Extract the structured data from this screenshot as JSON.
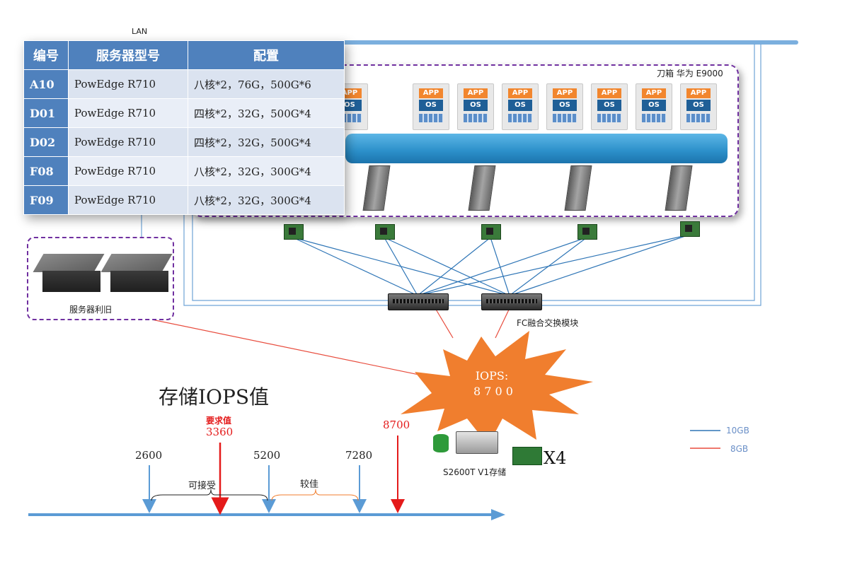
{
  "lan_label": "LAN",
  "table": {
    "headers": [
      "编号",
      "服务器型号",
      "配置"
    ],
    "rows": [
      {
        "id": "A10",
        "model": "PowEdge R710",
        "config": "八核*2，76G，500G*6"
      },
      {
        "id": "D01",
        "model": "PowEdge R710",
        "config": "四核*2，32G，500G*4"
      },
      {
        "id": "D02",
        "model": "PowEdge R710",
        "config": "四核*2，32G，500G*4"
      },
      {
        "id": "F08",
        "model": "PowEdge R710",
        "config": "八核*2，32G，300G*4"
      },
      {
        "id": "F09",
        "model": "PowEdge R710",
        "config": "八核*2，32G，300G*4"
      }
    ]
  },
  "enclosure": {
    "label": "刀箱 华为 E9000",
    "app_label": "APP",
    "os_label": "OS",
    "tile_count": 9
  },
  "legacy_servers_label": "服务器利旧",
  "switch_label": "FC融合交换模块",
  "burst": {
    "line1": "IOPS:",
    "line2": "8 7 0 0"
  },
  "storage_label": "S2600T V1存储",
  "card_multiplier": "X4",
  "legend": [
    {
      "label": "10GB",
      "color": "#2e75b6"
    },
    {
      "label": "8GB",
      "color": "#e84c3d"
    }
  ],
  "iops_chart": {
    "title": "存储IOPS值",
    "required_caption": "要求值",
    "required_value": "3360",
    "ticks": [
      {
        "label": "2600",
        "value": 2600
      },
      {
        "label": "5200",
        "value": 5200
      },
      {
        "label": "7280",
        "value": 7280
      },
      {
        "label": "8700",
        "value": 8700
      }
    ],
    "ranges": [
      {
        "label": "可接受",
        "from": 2600,
        "to": 5200
      },
      {
        "label": "较佳",
        "from": 5200,
        "to": 7280
      }
    ]
  },
  "colors": {
    "table_header": "#4f81bd",
    "enclosure_border": "#7030a0",
    "burst": "#f07e2e",
    "axis": "#5b9bd5",
    "highlight_red": "#e41a1a"
  }
}
